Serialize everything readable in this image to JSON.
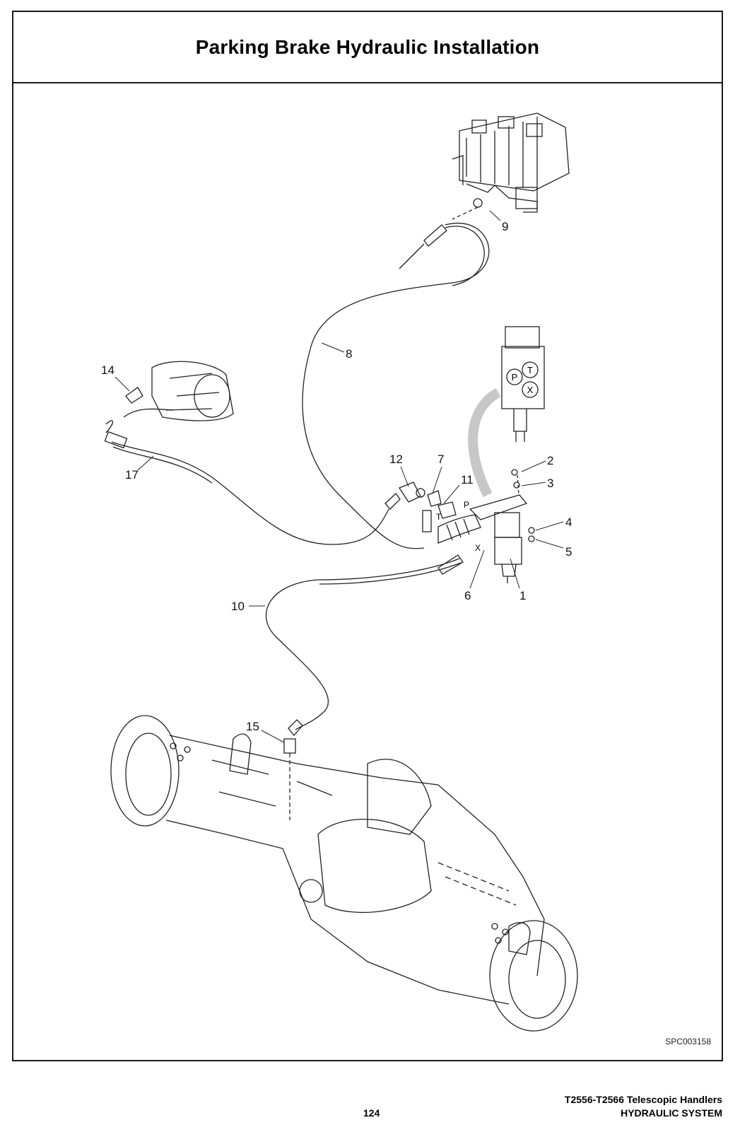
{
  "title": "Parking Brake Hydraulic Installation",
  "figure_ref": "SPC003158",
  "footer": {
    "page_number": "124",
    "manual": "T2556-T2566 Telescopic Handlers",
    "section": "HYDRAULIC SYSTEM"
  },
  "callouts": [
    "1",
    "2",
    "3",
    "4",
    "5",
    "6",
    "7",
    "8",
    "9",
    "10",
    "11",
    "12",
    "14",
    "15",
    "17"
  ],
  "port_labels": {
    "p": "P",
    "t": "T",
    "x": "X"
  }
}
